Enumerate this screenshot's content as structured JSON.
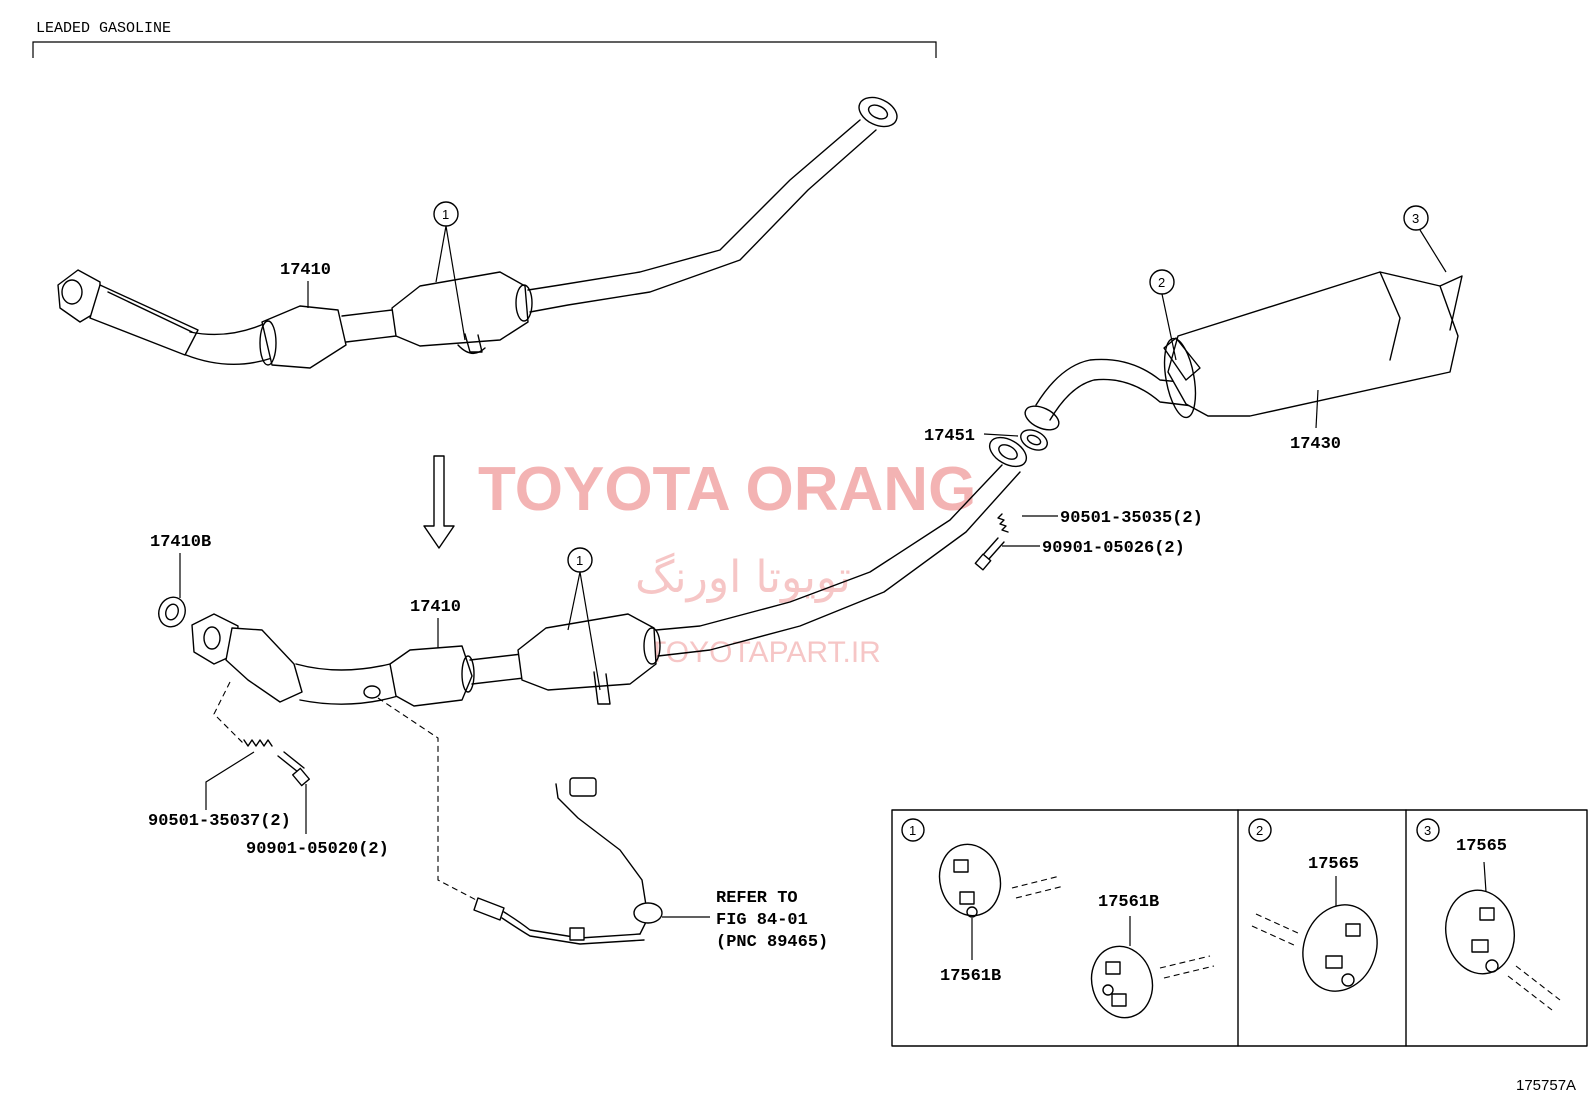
{
  "header": {
    "note": "LEADED GASOLINE"
  },
  "labels": {
    "upper_17410": "17410",
    "lower_17410": "17410",
    "p17410B": "17410B",
    "p17451": "17451",
    "p17430": "17430",
    "p90501_35035": "90501-35035(2)",
    "p90901_05026": "90901-05026(2)",
    "p90501_35037": "90501-35037(2)",
    "p90901_05020": "90901-05020(2)",
    "refer_line1": "REFER TO",
    "refer_line2": "FIG 84-01",
    "refer_line3": "(PNC 89465)"
  },
  "callouts": {
    "c1": "1",
    "c2": "2",
    "c3": "3"
  },
  "inset": {
    "panel1_num": "1",
    "panel2_num": "2",
    "panel3_num": "3",
    "panel1_a": "17561B",
    "panel1_b": "17561B",
    "panel2": "17565",
    "panel3": "17565"
  },
  "watermark": {
    "brand": "TOYOTA ORANG",
    "persian": "تویوتا اورنگ",
    "url": "TOYOTAPART.IR"
  },
  "figure_number": "175757A"
}
